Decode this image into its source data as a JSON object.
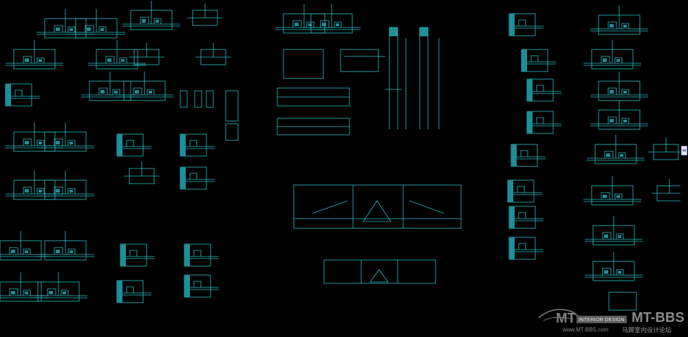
{
  "app": {
    "background": "#000000",
    "line_color": "#2cc6cf"
  },
  "watermark": {
    "left_brand": "MT",
    "badge": "INTERIOR DESIGN",
    "right_brand": "MT-BBS",
    "url": "www.MT-BBS.com",
    "chinese": "马蹄室内设计论坛"
  },
  "scrollbar": {
    "thumb_glyph": "≡"
  },
  "drawing": {
    "icon": "cad-detail-drawings"
  }
}
